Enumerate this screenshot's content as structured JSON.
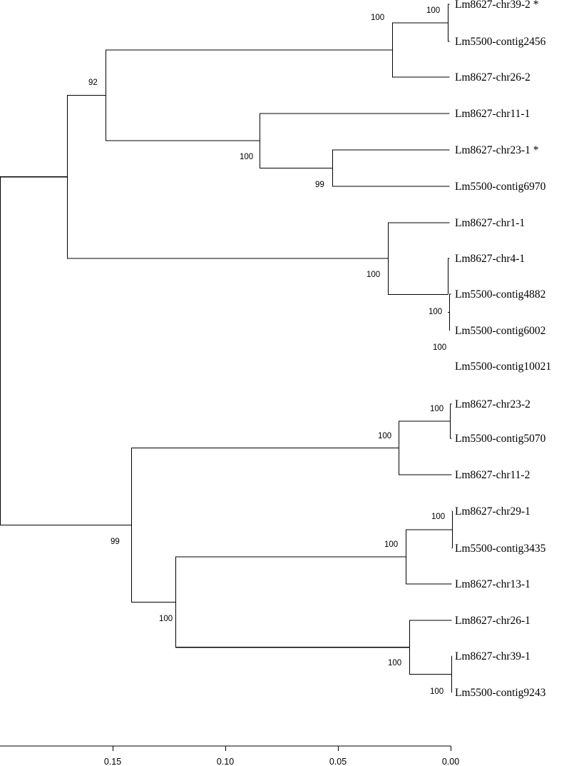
{
  "tree": {
    "leaves": [
      "Lm8627-chr39-2 *",
      "Lm5500-contig2456",
      "Lm8627-chr26-2",
      "Lm8627-chr11-1",
      "Lm8627-chr23-1 *",
      "Lm5500-contig6970",
      "Lm8627-chr1-1",
      "Lm8627-chr4-1",
      "Lm5500-contig4882",
      "Lm5500-contig6002",
      "Lm5500-contig10021",
      "Lm8627-chr23-2",
      "Lm5500-contig5070",
      "Lm8627-chr11-2",
      "Lm8627-chr29-1",
      "Lm5500-contig3435",
      "Lm8627-chr13-1",
      "Lm8627-chr26-1",
      "Lm8627-chr39-1",
      "Lm5500-contig9243"
    ],
    "support_values": [
      "100",
      "100",
      "92",
      "100",
      "99",
      "100",
      "100",
      "100",
      "100",
      "100",
      "100",
      "100",
      "100",
      "99",
      "100",
      "100"
    ],
    "scale_axis": {
      "ticks": [
        {
          "value": 0.15,
          "label": "0.15"
        },
        {
          "value": 0.1,
          "label": "0.10"
        },
        {
          "value": 0.05,
          "label": "0.05"
        },
        {
          "value": 0.0,
          "label": "0.00"
        }
      ]
    }
  }
}
